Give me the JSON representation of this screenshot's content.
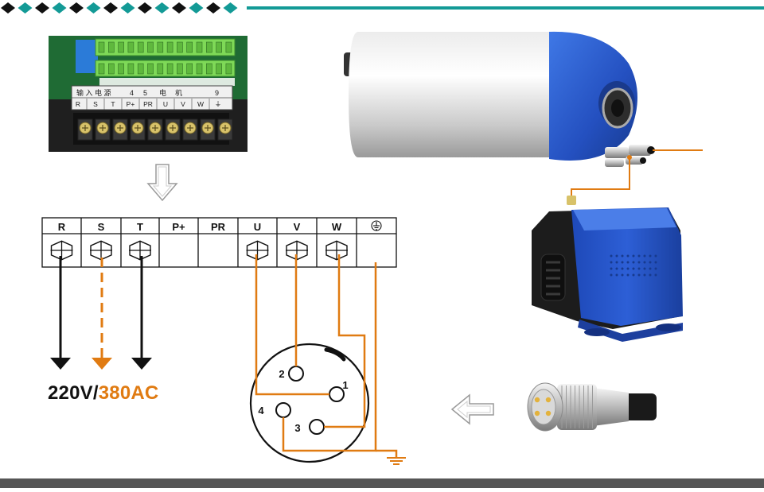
{
  "colors": {
    "teal": "#139a96",
    "orange": "#e07b12",
    "black": "#111111",
    "spindle_blue": "#2656c7",
    "bottom_bar": "#555555"
  },
  "terminal_block": {
    "labels": [
      "R",
      "S",
      "T",
      "P+",
      "PR",
      "U",
      "V",
      "W"
    ],
    "ground_symbol": "protective-earth-icon"
  },
  "connector_pins": [
    "1",
    "2",
    "3",
    "4"
  ],
  "voltage_caption": {
    "primary": "220V/",
    "alternate": "380AC"
  },
  "photo_board": {
    "top_labels": [
      "输 入 电 源",
      "4",
      "5",
      "电",
      "机",
      "9"
    ],
    "terminal_labels": [
      "R",
      "S",
      "T",
      "P+",
      "PR",
      "U",
      "V",
      "W",
      "⏚"
    ]
  },
  "icons": {
    "down_arrow": "hollow-down-arrow-icon",
    "left_arrow": "hollow-left-arrow-icon",
    "ground": "ground-icon"
  }
}
